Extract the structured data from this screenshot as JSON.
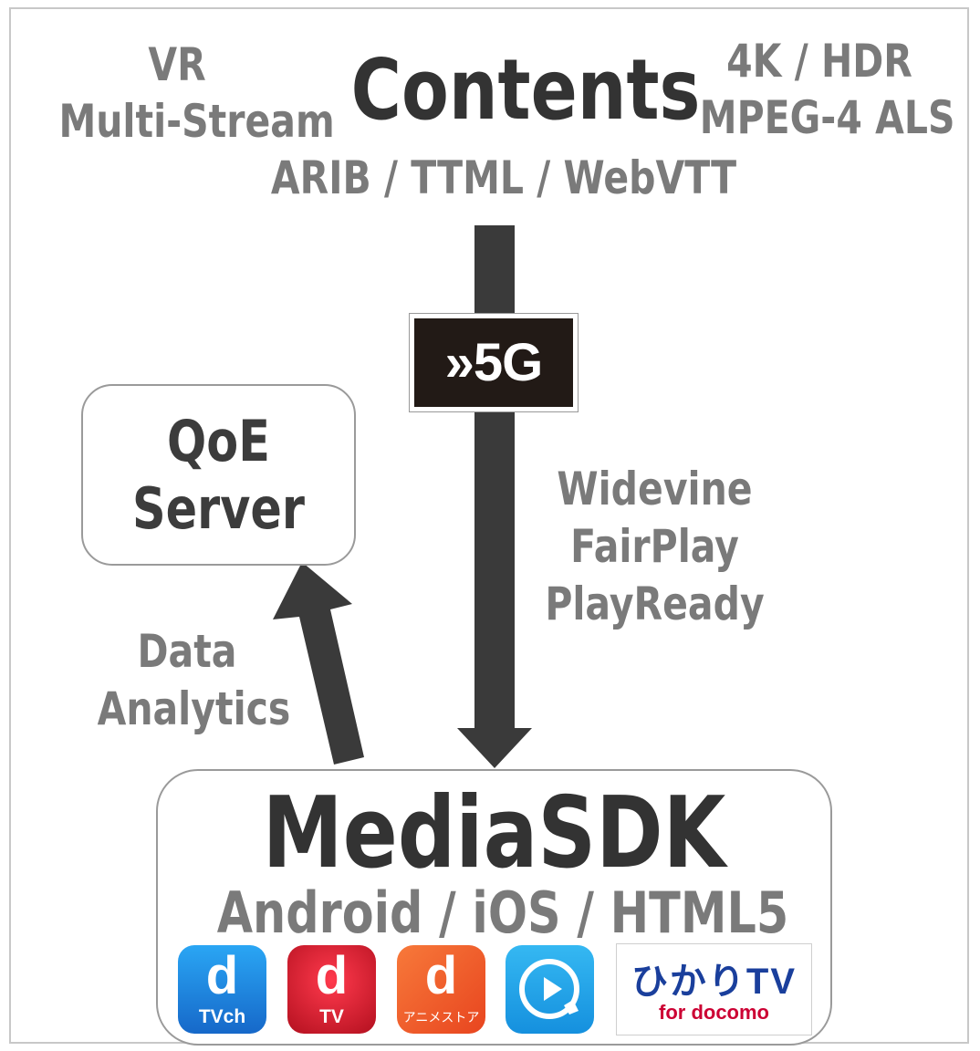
{
  "contents": {
    "title": "Contents",
    "top_left": [
      "VR",
      "Multi-Stream"
    ],
    "top_right": [
      "4K / HDR",
      "MPEG-4 ALS"
    ],
    "subtitle": "ARIB / TTML / WebVTT"
  },
  "network": {
    "badge": "»5G"
  },
  "drm": {
    "lines": [
      "Widevine",
      "FairPlay",
      "PlayReady"
    ]
  },
  "qoe": {
    "lines": [
      "QoE",
      "Server"
    ]
  },
  "analytics": {
    "lines": [
      "Data",
      "Analytics"
    ]
  },
  "sdk": {
    "title": "MediaSDK",
    "platforms": "Android / iOS / HTML5"
  },
  "apps": [
    {
      "icon": "dtv-channel-app-icon",
      "letter": "d",
      "label": "TVch",
      "color": "#1e88e5"
    },
    {
      "icon": "dtv-app-icon",
      "letter": "d",
      "label": "TV",
      "color": "#d7192d"
    },
    {
      "icon": "anime-store-app-icon",
      "letter": "d",
      "label": "アニメストア",
      "color": "#f0582a"
    },
    {
      "icon": "video-player-app-icon",
      "letter": "",
      "label": "",
      "color": "#1aa3ea"
    },
    {
      "icon": "hikari-tv-logo",
      "letter": "",
      "label": "ひかりTV",
      "sub_label": "for docomo",
      "color": "#1a3f9c"
    }
  ],
  "colors": {
    "arrow": "#3a3a3a",
    "text_gray": "#7a7a7a",
    "text_dark": "#3c3c3c",
    "box_border": "#9a9a9a"
  }
}
